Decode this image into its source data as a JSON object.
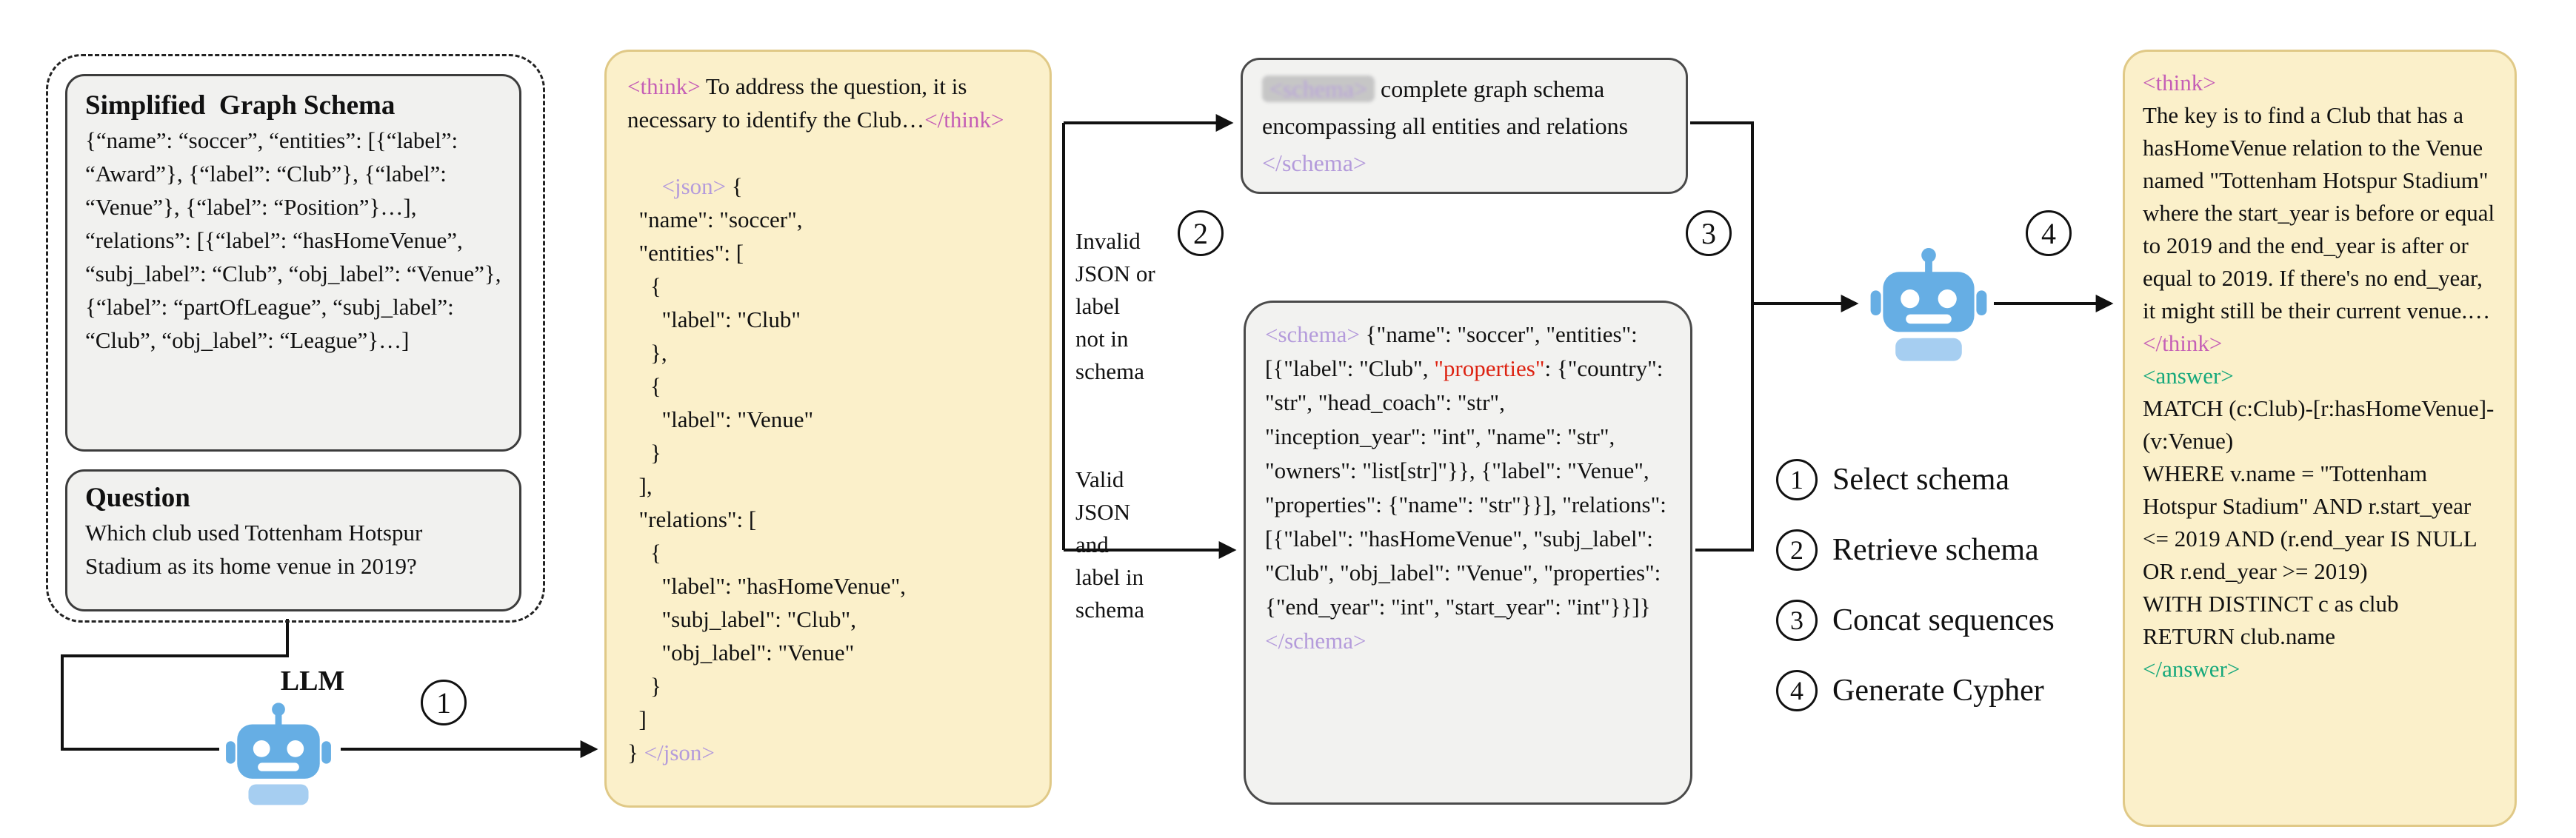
{
  "colors": {
    "panel_yellow": "#fbf0ca",
    "panel_border": "#e0c987",
    "box_gray": "#f2f2f0",
    "tag_pink": "#c55fb6",
    "tag_purple": "#b49bdb",
    "tag_green": "#15a87b",
    "error_red": "#dd2211",
    "robot_blue": "#66aee4"
  },
  "icons": {
    "llm": "robot-icon"
  },
  "input": {
    "schema_title": "Simplified  Graph Schema",
    "schema_body": "{“name”: “soccer”, “entities”: [{“label”: “Award”}, {“label”: “Club”}, {“label”: “Venue”}, {“label”: “Position”}…], “relations”: [{“label”: “hasHomeVenue”, “subj_label”: “Club”, “obj_label”: “Venue”}, {“label”: “partOfLeague”, “subj_label”: “Club”, “obj_label”: “League”}…]",
    "question_title": "Question",
    "question_body": "Which club used Tottenham Hotspur Stadium as its home venue in 2019?"
  },
  "llm_label": "LLM",
  "panel1": {
    "think_open": "<think>",
    "think_text": " To address the question, it is necessary to identify the Club…",
    "think_close": "</think>",
    "json_open": "<json>",
    "json_body": " {\n  \"name\": \"soccer\",\n  \"entities\": [\n    {\n      \"label\": \"Club\"\n    },\n    {\n      \"label\": \"Venue\"\n    }\n  ],\n  \"relations\": [\n    {\n      \"label\": \"hasHomeVenue\",\n      \"subj_label\": \"Club\",\n      \"obj_label\": \"Venue\"\n    }\n  ]\n} ",
    "json_close": "</json>"
  },
  "branch": {
    "invalid_label": "Invalid\nJSON or\nlabel\nnot in\nschema",
    "valid_label": "Valid\nJSON\nand\nlabel in\nschema"
  },
  "schema_short": {
    "open_tag": "<schema>",
    "text": " complete graph schema encompassing all entities and relations ",
    "close_tag": "</schema>"
  },
  "schema_full": {
    "open_tag": "<schema>",
    "part1": " {\"name\": \"soccer\", \"entities\": [{\"label\": \"Club\", ",
    "properties_red": "\"properties\"",
    "part2": ": {\"country\": \"str\", \"head_coach\": \"str\", \"inception_year\": \"int\", \"name\": \"str\", \"owners\": \"list[str]\"}}, {\"label\": \"Venue\", \"properties\": {\"name\": \"str\"}}], \"relations\": [{\"label\": \"hasHomeVenue\", \"subj_label\": \"Club\", \"obj_label\": \"Venue\", \"properties\": {\"end_year\": \"int\", \"start_year\": \"int\"}}]} ",
    "close_tag": "</schema>"
  },
  "steps": {
    "n1": "1",
    "n2": "2",
    "n3": "3",
    "n4": "4"
  },
  "legend": {
    "items": [
      {
        "num": "1",
        "label": "Select schema"
      },
      {
        "num": "2",
        "label": "Retrieve schema"
      },
      {
        "num": "3",
        "label": "Concat sequences"
      },
      {
        "num": "4",
        "label": "Generate Cypher"
      }
    ]
  },
  "panel2": {
    "think_open": "<think>",
    "think_text": "The key is to find a Club that has a hasHomeVenue relation to the Venue named \"Tottenham Hotspur Stadium\" where the start_year is before or equal to 2019 and the end_year is after or equal to 2019. If there's no end_year, it might still be their current venue.…",
    "think_close": "</think>",
    "answer_open": "<answer>",
    "answer_body": "MATCH (c:Club)-[r:hasHomeVenue]-(v:Venue)\nWHERE v.name = \"Tottenham Hotspur Stadium\" AND r.start_year <= 2019 AND (r.end_year IS NULL OR r.end_year >= 2019)\nWITH DISTINCT c as club\nRETURN club.name",
    "answer_close": "</answer>"
  }
}
